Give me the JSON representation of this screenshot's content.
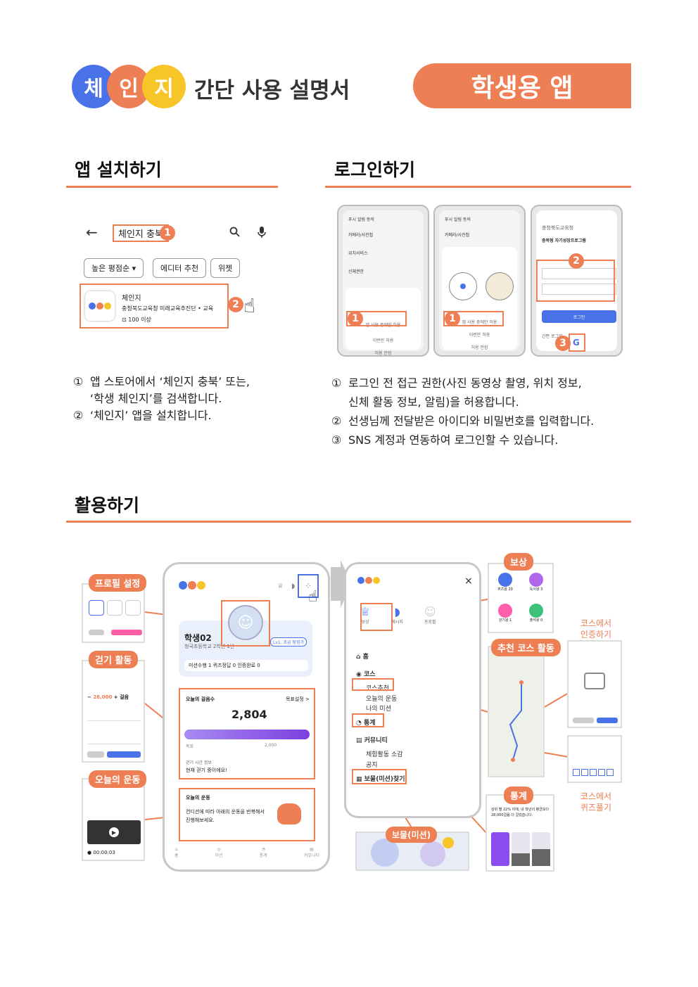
{
  "header": {
    "logo_chars": [
      "체",
      "인",
      "지"
    ],
    "title": "간단 사용 설명서",
    "badge": "학생용 앱"
  },
  "install": {
    "title": "앱 설치하기",
    "search_text": "체인지 충북",
    "chips": [
      "높은 평점순",
      "에디터 추천",
      "위젯"
    ],
    "app_name": "체인지",
    "app_publisher": "충청북도교육청 미래교육추진단 • 교육",
    "app_downloads": "100 이상",
    "desc": [
      {
        "n": "①",
        "t": "앱 스토어에서 ‘체인지 충북’ 또는,"
      },
      {
        "n": "",
        "t": "‘학생 체인지’를 검색합니다."
      },
      {
        "n": "②",
        "t": "‘체인지’ 앱을 설치합니다."
      }
    ]
  },
  "login": {
    "title": "로그인하기",
    "perm_items": [
      "푸시 알림 동의",
      "카메라/사진첩",
      "위치서비스",
      "신체권한"
    ],
    "allow_btn": "앱 사용 중에만 허용",
    "once_btn": "이번만 허용",
    "deny_btn": "허용 안함",
    "login_org": "충청북도교육청",
    "login_heading": "충북형 자기성장프로그램",
    "login_btn": "로그인",
    "sns_label": "간편 로그인",
    "desc": [
      {
        "n": "①",
        "t": "로그인 전 접근 권한(사진 동영상 촬영, 위치 정보,"
      },
      {
        "n": "",
        "t": "신체 활동 정보, 알림)을 허용합니다."
      },
      {
        "n": "②",
        "t": "선생님께 전달받은 아이디와 비밀번호를 입력합니다."
      },
      {
        "n": "③",
        "t": "SNS 계정과 연동하여 로그인할 수 있습니다."
      }
    ]
  },
  "use": {
    "title": "활용하기",
    "tags": {
      "profile": "프로필 설정",
      "walk": "걷기 활동",
      "exercise": "오늘의 운동",
      "reward": "보상",
      "course": "추천 코스 활동",
      "stats": "통계",
      "treasure": "보물(미션)"
    },
    "side_notes": {
      "course_cert": "코스에서\n인증하기",
      "course_quiz": "코스에서\n퀴즈풀기"
    },
    "main": {
      "student": "학생02",
      "school": "청국초등학교 2학년 1반",
      "level": "Lv1. 초급 탐험가",
      "stats": "미션수행  1  퀴즈정답  0  인증완료  0",
      "steps_label": "오늘의 걸음수",
      "goal_label": "목표설정 >",
      "steps": "2,804",
      "goal_min": "목표",
      "goal_max": "2,000",
      "walk_status_label": "걷기 시간 정보",
      "walk_status": "현재 걷기 중이에요!",
      "exercise_label": "오늘의 운동",
      "exercise_text": "컨디션에 따라 아래의 운동을 반복해서 진행해보세요.",
      "nav": [
        "홈",
        "미션",
        "통계",
        "커뮤니티"
      ]
    },
    "menu": {
      "top_icons": [
        "보상",
        "메시지",
        "프로필"
      ],
      "items": [
        "홈",
        "코스",
        "코스추천",
        "오늘의 운동",
        "나의 미션",
        "통계",
        "커뮤니티",
        "체험활동 소감",
        "공지",
        "보물(미션)찾기"
      ]
    },
    "reward_items": [
      "퀴즈왕 20",
      "독서왕 3",
      "걷기왕 1",
      "출석왕 0"
    ],
    "stats_text": "상위 별 22% 이에, 내 학년의 평균보다 28,000걸음 더 걸었습니다.",
    "video_time": "00:00:03",
    "walk_goal_value": "28,000",
    "walk_goal_unit": "걸음"
  },
  "colors": {
    "orange": "#ee7e54",
    "blue": "#4a72e8",
    "yellow": "#f7c528",
    "purple": "#7b3fe0"
  }
}
